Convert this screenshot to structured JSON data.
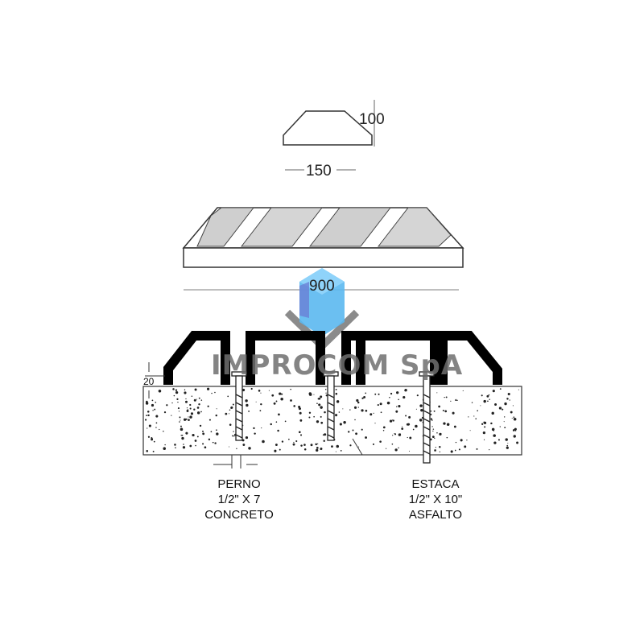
{
  "dimensions": {
    "height": "100",
    "width": "150",
    "length": "900",
    "thickness": "20"
  },
  "labels": {
    "bolt": [
      "PERNO",
      "1/2\" X 7",
      "CONCRETO"
    ],
    "stake": [
      "ESTACA",
      "1/2\" X 10\"",
      "ASFALTO"
    ]
  },
  "watermark": {
    "text": "IMPROCOM SpA",
    "colors": {
      "logo_blue": "#5bb8f0",
      "logo_gray": "#6e6e6e"
    }
  }
}
